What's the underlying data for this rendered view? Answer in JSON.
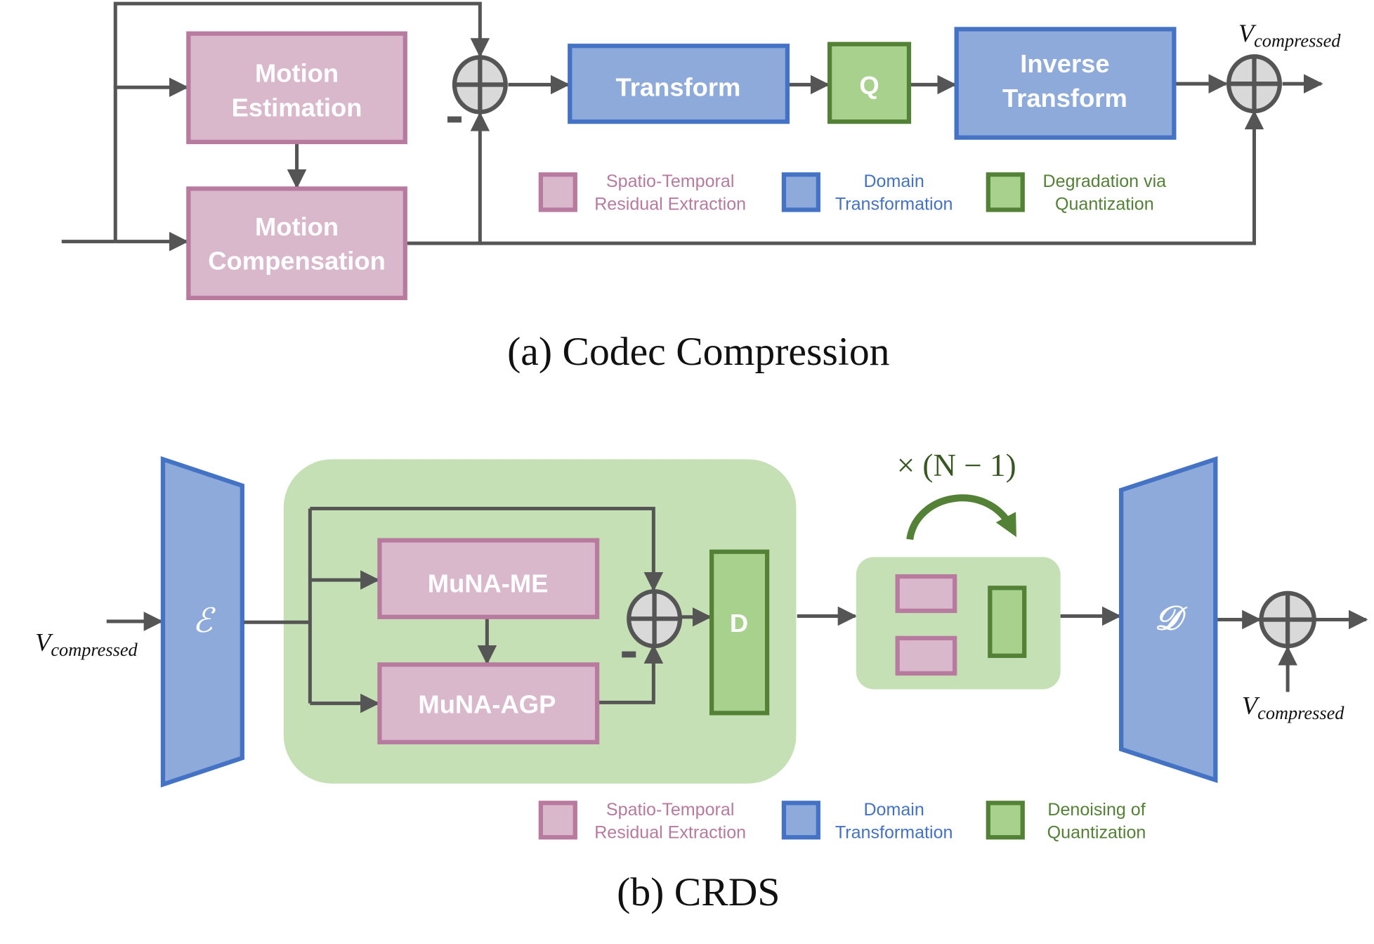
{
  "colors": {
    "pink_fill": "#d9b8cb",
    "pink_stroke": "#b87a9f",
    "blue_fill": "#8eaadb",
    "blue_stroke": "#4472c4",
    "green_fill": "#a9d18e",
    "green_stroke": "#538135",
    "panel_green": "#c5e0b4",
    "line": "#555555",
    "sum_fill": "#d9d9d9",
    "pink_text": "#b87a9f",
    "blue_text": "#4472c4",
    "green_text": "#538135"
  },
  "panel_a": {
    "caption": "(a) Codec Compression",
    "motion_estimation": [
      "Motion",
      "Estimation"
    ],
    "motion_compensation": [
      "Motion",
      "Compensation"
    ],
    "transform": "Transform",
    "quantizer": "Q",
    "inverse_transform": [
      "Inverse",
      "Transform"
    ],
    "minus_sign": "-",
    "output_label": {
      "base": "V",
      "sub": "compressed"
    },
    "legend": [
      {
        "lines": [
          "Spatio-Temporal",
          "Residual Extraction"
        ],
        "color": "pink"
      },
      {
        "lines": [
          "Domain",
          "Transformation"
        ],
        "color": "blue"
      },
      {
        "lines": [
          "Degradation via",
          "Quantization"
        ],
        "color": "green"
      }
    ]
  },
  "panel_b": {
    "caption": "(b) CRDS",
    "encoder": "ℰ",
    "decoder": "𝒟",
    "muna_me": "MuNA-ME",
    "muna_agp": "MuNA-AGP",
    "denoiser": "D",
    "minus_sign": "-",
    "repeat_label": "× (N − 1)",
    "input_label": {
      "base": "V",
      "sub": "compressed"
    },
    "skip_label": {
      "base": "V",
      "sub": "compressed"
    },
    "legend": [
      {
        "lines": [
          "Spatio-Temporal",
          "Residual Extraction"
        ],
        "color": "pink"
      },
      {
        "lines": [
          "Domain",
          "Transformation"
        ],
        "color": "blue"
      },
      {
        "lines": [
          "Denoising of",
          "Quantization"
        ],
        "color": "green"
      }
    ]
  }
}
